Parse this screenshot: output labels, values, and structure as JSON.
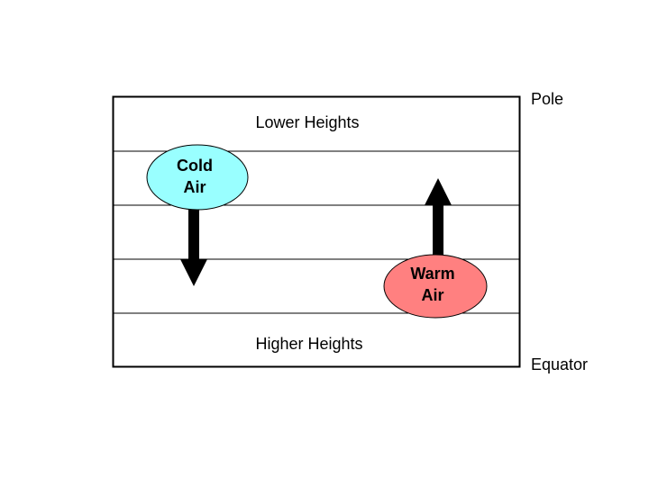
{
  "labels": {
    "pole": "Pole",
    "equator": "Equator",
    "lower_heights": "Lower Heights",
    "higher_heights": "Higher Heights"
  },
  "cold_air": {
    "line1": "Cold",
    "line2": "Air",
    "fill_color": "#99ffff"
  },
  "warm_air": {
    "line1": "Warm",
    "line2": "Air",
    "fill_color": "#ff8080"
  },
  "colors": {
    "border": "#000000",
    "contour": "#000000",
    "arrow": "#000000"
  }
}
